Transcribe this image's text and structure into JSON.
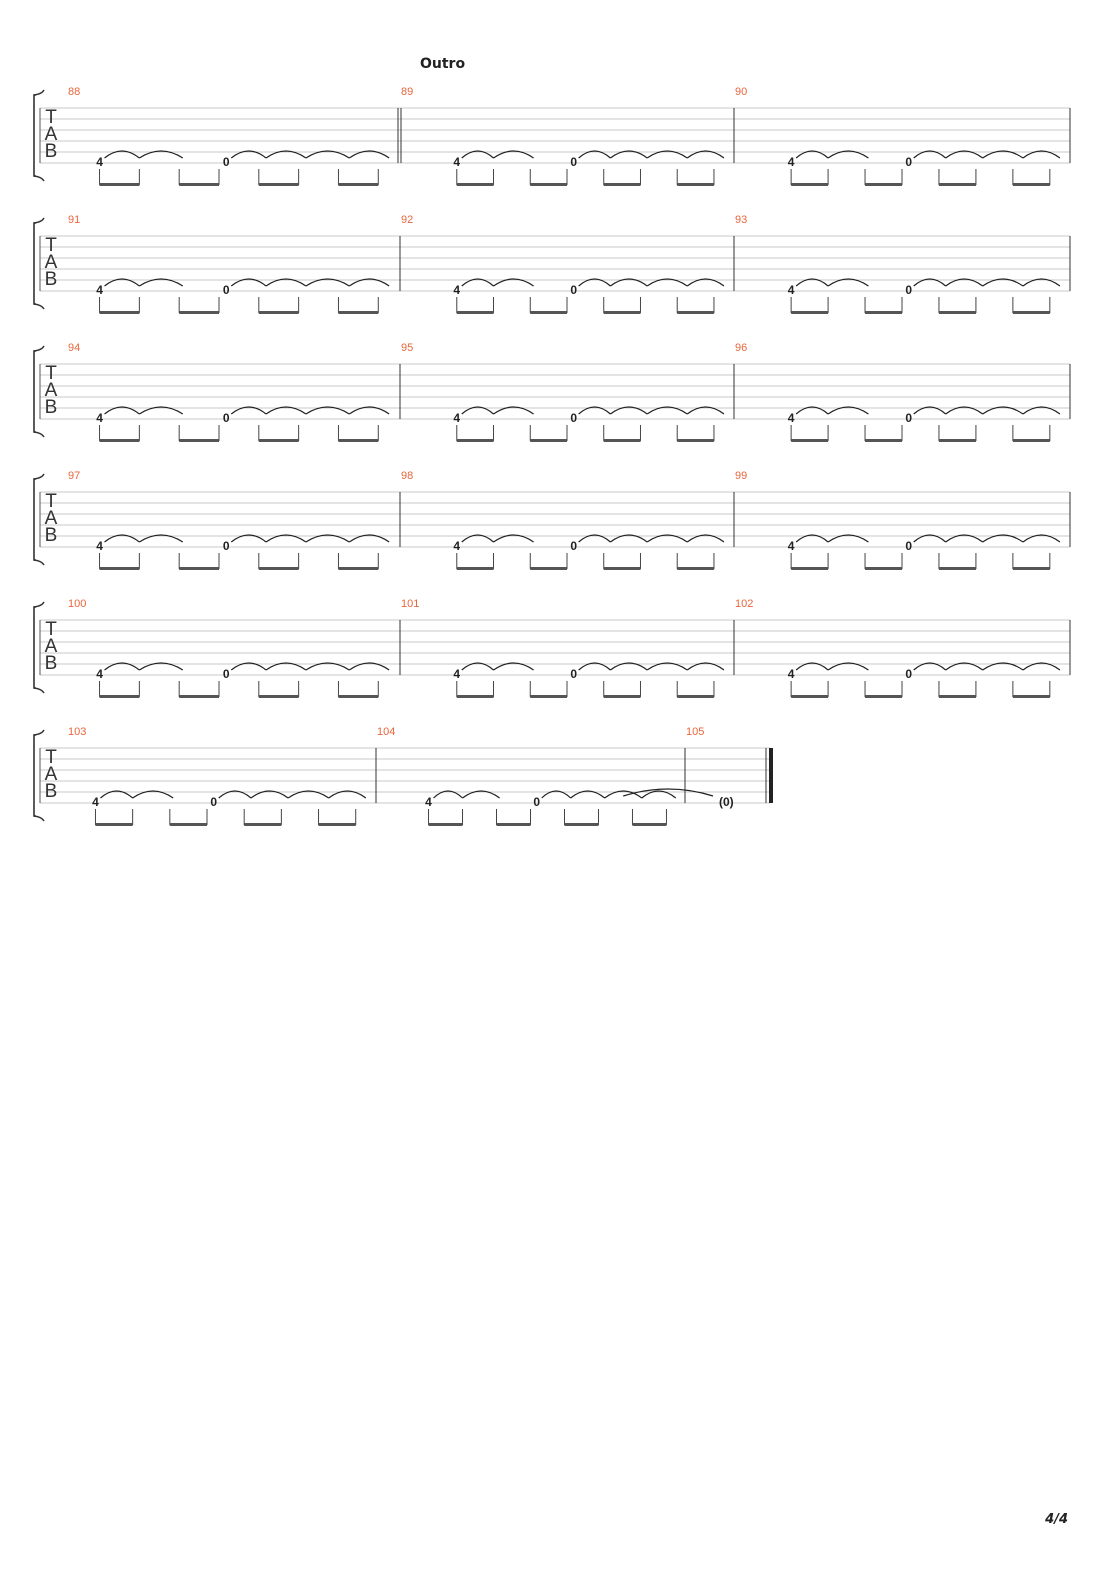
{
  "section_label": "Outro",
  "tab_clef": [
    "T",
    "A",
    "B"
  ],
  "page_number": "4/4",
  "colors": {
    "bar_number": "#e8663c",
    "staff_line": "#c8c8c8",
    "ink": "#222222"
  },
  "systems": [
    {
      "bars": [
        {
          "number": "88",
          "notes": [
            "4",
            "0"
          ]
        },
        {
          "number": "89",
          "notes": [
            "4",
            "0"
          ]
        },
        {
          "number": "90",
          "notes": [
            "4",
            "0"
          ]
        }
      ]
    },
    {
      "bars": [
        {
          "number": "91",
          "notes": [
            "4",
            "0"
          ]
        },
        {
          "number": "92",
          "notes": [
            "4",
            "0"
          ]
        },
        {
          "number": "93",
          "notes": [
            "4",
            "0"
          ]
        }
      ]
    },
    {
      "bars": [
        {
          "number": "94",
          "notes": [
            "4",
            "0"
          ]
        },
        {
          "number": "95",
          "notes": [
            "4",
            "0"
          ]
        },
        {
          "number": "96",
          "notes": [
            "4",
            "0"
          ]
        }
      ]
    },
    {
      "bars": [
        {
          "number": "97",
          "notes": [
            "4",
            "0"
          ]
        },
        {
          "number": "98",
          "notes": [
            "4",
            "0"
          ]
        },
        {
          "number": "99",
          "notes": [
            "4",
            "0"
          ]
        }
      ]
    },
    {
      "bars": [
        {
          "number": "100",
          "notes": [
            "4",
            "0"
          ]
        },
        {
          "number": "101",
          "notes": [
            "4",
            "0"
          ]
        },
        {
          "number": "102",
          "notes": [
            "4",
            "0"
          ]
        }
      ]
    },
    {
      "bars": [
        {
          "number": "103",
          "notes": [
            "4",
            "0"
          ]
        },
        {
          "number": "104",
          "notes": [
            "4",
            "0"
          ]
        },
        {
          "number": "105",
          "notes": [
            "(0)"
          ]
        }
      ]
    }
  ]
}
